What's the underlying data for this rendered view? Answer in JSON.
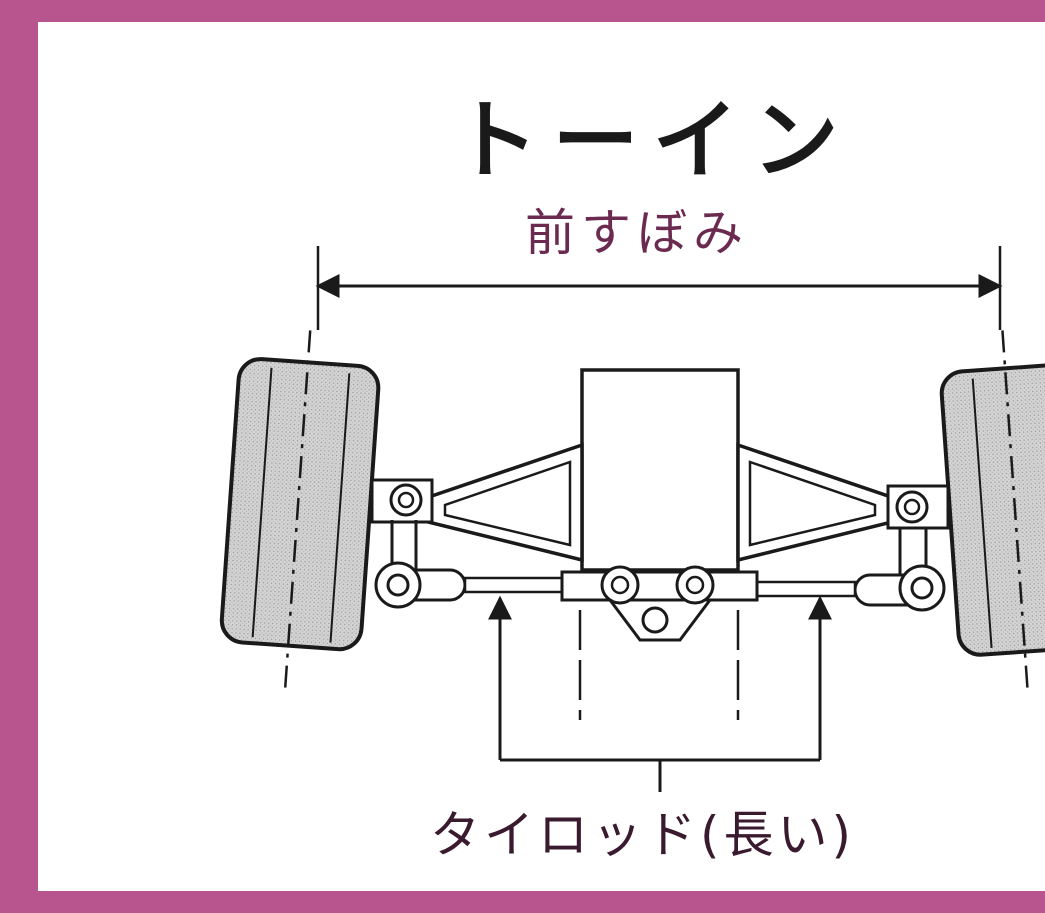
{
  "title": "トーイン",
  "dimension_label": "前すぼみ",
  "callout_label": "タイロッド(長い)",
  "colors": {
    "frame": "#b8558f",
    "label_accent": "#6b2a4f",
    "tire_fill": "#cfcfcf",
    "line": "#1a1a1a"
  }
}
